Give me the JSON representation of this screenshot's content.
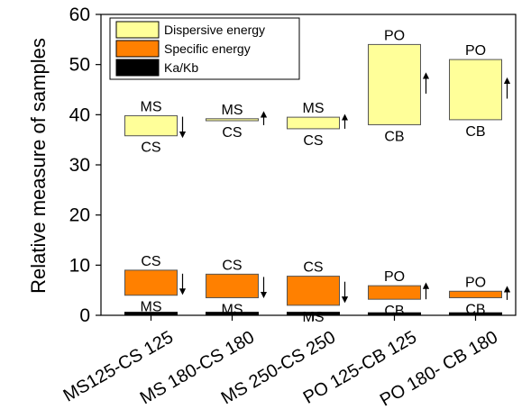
{
  "chart_data": {
    "type": "floating-bar",
    "ylabel": "Relative measure of samples",
    "xlabel": "",
    "ylim": [
      0,
      60
    ],
    "yticks": [
      0,
      10,
      20,
      30,
      40,
      50,
      60
    ],
    "categories": [
      "MS125-CS 125",
      "MS 180-CS 180",
      "MS 250-CS 250",
      "PO 125-CB 125",
      "PO 180- CB 180"
    ],
    "legend_position": "top-left",
    "series": [
      {
        "name": "Dispersive energy",
        "color": "#ffff99",
        "ranges": [
          [
            35.8,
            39.8
          ],
          [
            38.8,
            39.2
          ],
          [
            37.2,
            39.5
          ],
          [
            38.0,
            54.0
          ],
          [
            39.0,
            51.0
          ]
        ],
        "top_labels": [
          "MS",
          "MS",
          "MS",
          "PO",
          "PO"
        ],
        "bottom_labels": [
          "CS",
          "CS",
          "CS",
          "CB",
          "CB"
        ],
        "arrows": [
          "down",
          "up",
          "up",
          "up",
          "up"
        ]
      },
      {
        "name": "Specific energy",
        "color": "#ff8000",
        "ranges": [
          [
            4.0,
            9.0
          ],
          [
            3.5,
            8.2
          ],
          [
            2.0,
            7.8
          ],
          [
            3.2,
            5.9
          ],
          [
            3.5,
            4.8
          ]
        ],
        "top_labels": [
          "CS",
          "CS",
          "CS",
          "PO",
          "PO"
        ],
        "bottom_labels": [
          "MS",
          "MS",
          "MS",
          "CB",
          "CB"
        ],
        "arrows": [
          "down",
          "down",
          "down",
          "up",
          "up"
        ]
      },
      {
        "name": "Ka/Kb",
        "color": "#000000",
        "values": [
          0.6,
          0.6,
          0.6,
          0.5,
          0.5
        ]
      }
    ]
  }
}
